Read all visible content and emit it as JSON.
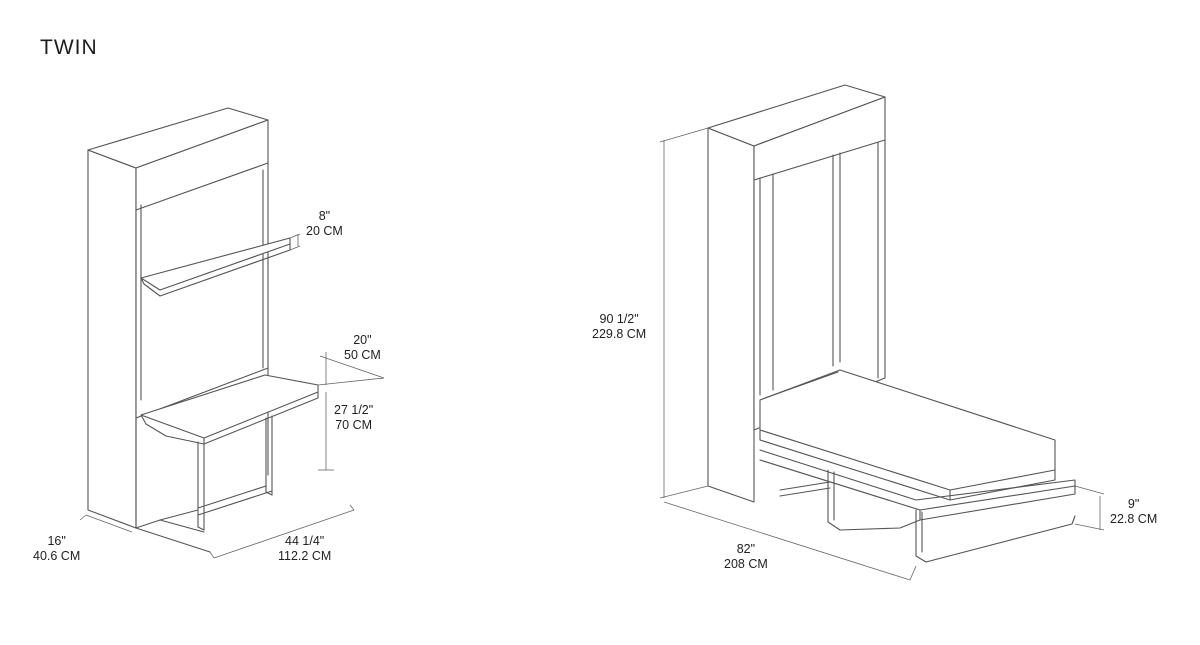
{
  "title": "TWIN",
  "left_view": {
    "shelf_depth": {
      "imperial": "8\"",
      "metric": "20 CM"
    },
    "desk_depth": {
      "imperial": "20\"",
      "metric": "50 CM"
    },
    "desk_height": {
      "imperial": "27 1/2\"",
      "metric": "70 CM"
    },
    "cabinet_depth": {
      "imperial": "16\"",
      "metric": "40.6 CM"
    },
    "cabinet_width": {
      "imperial": "44 1/4\"",
      "metric": "112.2 CM"
    }
  },
  "right_view": {
    "height": {
      "imperial": "90 1/2\"",
      "metric": "229.8 CM"
    },
    "length": {
      "imperial": "82\"",
      "metric": "208 CM"
    },
    "bed_height": {
      "imperial": "9\"",
      "metric": "22.8 CM"
    }
  },
  "colors": {
    "line": "#555555",
    "text": "#222222",
    "background": "#ffffff"
  }
}
